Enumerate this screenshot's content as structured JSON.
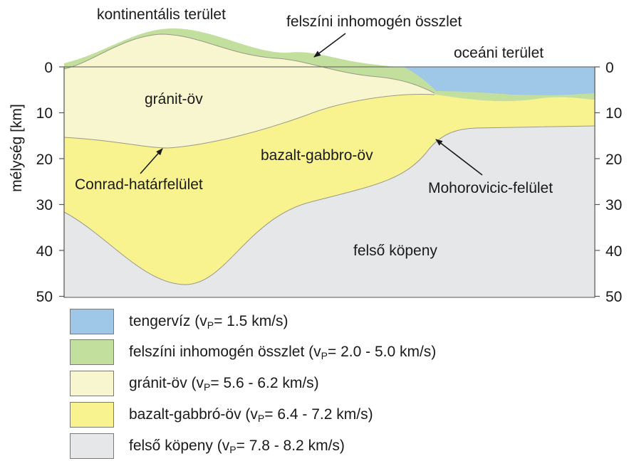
{
  "labels": {
    "continental": "kontinentális terület",
    "surface_sediment": "felszíni inhomogén összlet",
    "oceanic": "oceáni terület",
    "granite": "gránit-öv",
    "basalt": "bazalt-gabbro-öv",
    "conrad": "Conrad-határfelület",
    "moho": "Mohorovicic-felület",
    "mantle": "felső köpeny",
    "axis_title": "mélység [km]"
  },
  "axis": {
    "ticks": [
      "0",
      "10",
      "20",
      "30",
      "40",
      "50"
    ]
  },
  "colors": {
    "seawater": "#9ec7e8",
    "sediment": "#c2df9d",
    "granite": "#f7f6cf",
    "basalt": "#f8f38f",
    "mantle": "#e6e7e9"
  },
  "legend": [
    {
      "key": "seawater",
      "name": "tengervíz",
      "open": "  (v",
      "sub": "P",
      "value": "= 1.5 km/s)"
    },
    {
      "key": "sediment",
      "name": "felszíni inhomogén összlet",
      "open": "  (v",
      "sub": "P",
      "value": "= 2.0 - 5.0 km/s)"
    },
    {
      "key": "granite",
      "name": "gránit-öv",
      "open": "  (v",
      "sub": "P",
      "value": "= 5.6 - 6.2 km/s)"
    },
    {
      "key": "basalt",
      "name": "bazalt-gabbró-öv",
      "open": "  (v",
      "sub": "P",
      "value": "= 6.4 - 7.2 km/s)"
    },
    {
      "key": "mantle",
      "name": "felső köpeny",
      "open": "  (v",
      "sub": "P",
      "value": "= 7.8 - 8.2 km/s)"
    }
  ]
}
